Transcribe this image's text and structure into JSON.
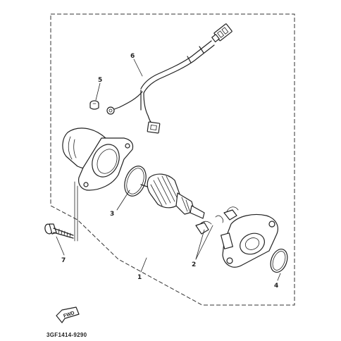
{
  "figure_code": "3GF1414-9290",
  "fwd_label": "FWD",
  "callouts": [
    {
      "id": "part-1",
      "label": "1"
    },
    {
      "id": "part-2",
      "label": "2"
    },
    {
      "id": "part-3",
      "label": "3"
    },
    {
      "id": "part-4",
      "label": "4"
    },
    {
      "id": "part-5",
      "label": "5"
    },
    {
      "id": "part-6",
      "label": "6"
    },
    {
      "id": "part-7",
      "label": "7"
    }
  ]
}
